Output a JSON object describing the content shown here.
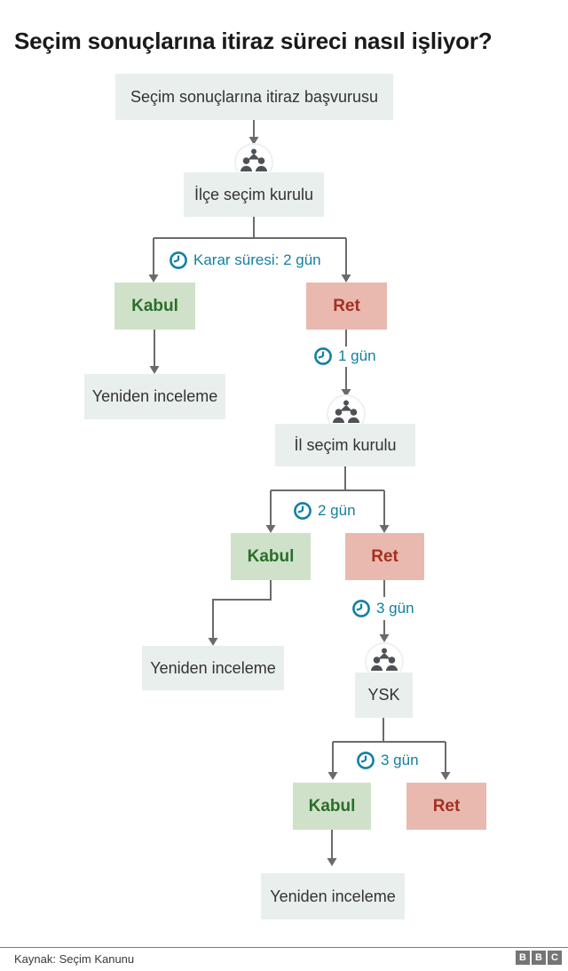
{
  "title": "Seçim sonuçlarına itiraz süreci nasıl işliyor?",
  "flow": {
    "start": "Seçim sonuçlarına itiraz başvurusu",
    "district_board": "İlçe seçim kurulu",
    "provincial_board": "İl seçim kurulu",
    "supreme_board": "YSK",
    "accept": "Kabul",
    "reject": "Ret",
    "review": "Yeniden inceleme",
    "durations": {
      "decision": "Karar süresi: 2 gün",
      "one_day": "1 gün",
      "two_days": "2 gün",
      "three_days": "3 gün"
    }
  },
  "icons": {
    "clock": "clock-icon",
    "committee": "people-group-icon"
  },
  "colors": {
    "accent_teal": "#1380a1",
    "node_bg": "#e9efed",
    "accept_bg": "#cfe2c9",
    "accept_text": "#2b6e2b",
    "reject_bg": "#e9b9b0",
    "reject_text": "#a5301f",
    "line_gray": "#6b6b6b"
  },
  "footer": {
    "source": "Kaynak: Seçim Kanunu",
    "logo": [
      "B",
      "B",
      "C"
    ]
  }
}
